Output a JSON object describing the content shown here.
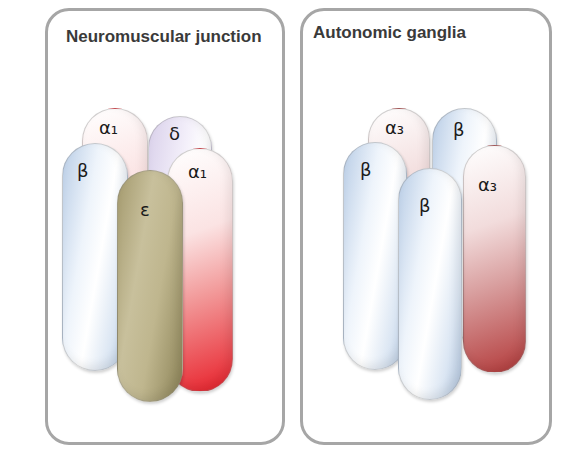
{
  "diagram": {
    "nodes": [
      {
        "text": [
          "Neuromuscular junction"
        ]
      },
      {
        "text": [
          "α₁"
        ],
        "in": 0
      },
      {
        "text": [
          "δ"
        ],
        "in": 0
      },
      {
        "text": [
          "β"
        ],
        "in": 0
      },
      {
        "text": [
          "α₁"
        ],
        "in": 0
      },
      {
        "text": [
          "ε"
        ],
        "in": 0
      },
      {
        "text": [
          "Autonomic ganglia"
        ]
      },
      {
        "text": [
          "α₃"
        ],
        "in": 6
      },
      {
        "text": [
          "β"
        ],
        "in": 6
      },
      {
        "text": [
          "β"
        ],
        "in": 6
      },
      {
        "text": [
          "α₃"
        ],
        "in": 6
      },
      {
        "text": [
          "β"
        ],
        "in": 6
      }
    ]
  }
}
